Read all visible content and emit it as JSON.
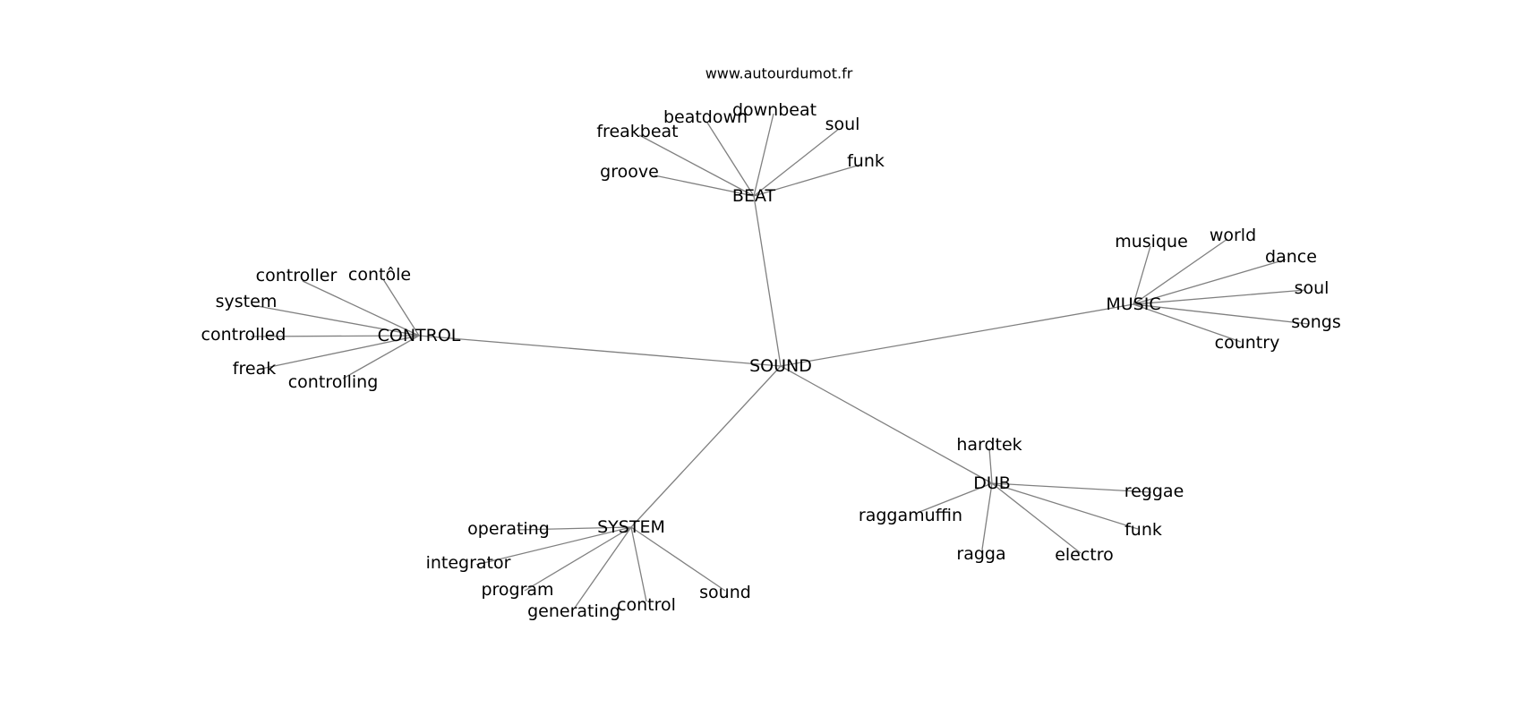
{
  "site": "www.autourdumot.fr",
  "graph": {
    "root": "SOUND",
    "groups": [
      {
        "hub": "BEAT",
        "words": [
          "groove",
          "freakbeat",
          "beatdown",
          "downbeat",
          "soul",
          "funk"
        ]
      },
      {
        "hub": "MUSIC",
        "words": [
          "musique",
          "world",
          "dance",
          "soul",
          "songs",
          "country"
        ]
      },
      {
        "hub": "CONTROL",
        "words": [
          "controller",
          "contôle",
          "system",
          "controlled",
          "freak",
          "controlling"
        ]
      },
      {
        "hub": "DUB",
        "words": [
          "hardtek",
          "reggae",
          "raggamuffin",
          "funk",
          "ragga",
          "electro"
        ]
      },
      {
        "hub": "SYSTEM",
        "words": [
          "operating",
          "integrator",
          "program",
          "generating",
          "control",
          "sound"
        ]
      }
    ]
  },
  "colors": {
    "edge": "#808080",
    "text": "#000000",
    "background": "#ffffff"
  }
}
